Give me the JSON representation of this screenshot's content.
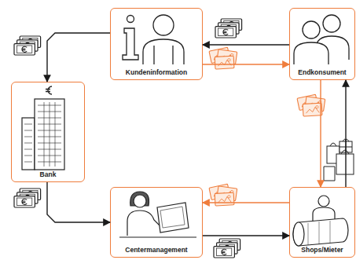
{
  "diagram": {
    "nodes": [
      {
        "text": [
          "Kundeninformation"
        ]
      },
      {
        "text": [
          "Endkonsument"
        ]
      },
      {
        "text": [
          "Bank"
        ]
      },
      {
        "text": [
          "Centermanagement"
        ]
      },
      {
        "text": [
          "Shops/Mieter"
        ]
      }
    ],
    "edges": [
      {
        "from": 1,
        "to": 0,
        "arrow": "to"
      },
      {
        "from": 0,
        "to": 1,
        "arrow": "to"
      },
      {
        "from": 0,
        "to": 2,
        "arrow": "to"
      },
      {
        "from": 2,
        "to": 3,
        "arrow": "to"
      },
      {
        "from": 3,
        "to": 4,
        "arrow": "to"
      },
      {
        "from": 4,
        "to": 3,
        "arrow": "to"
      },
      {
        "from": 1,
        "to": 4,
        "arrow": "to"
      },
      {
        "from": 4,
        "to": 1,
        "arrow": "to"
      }
    ]
  }
}
